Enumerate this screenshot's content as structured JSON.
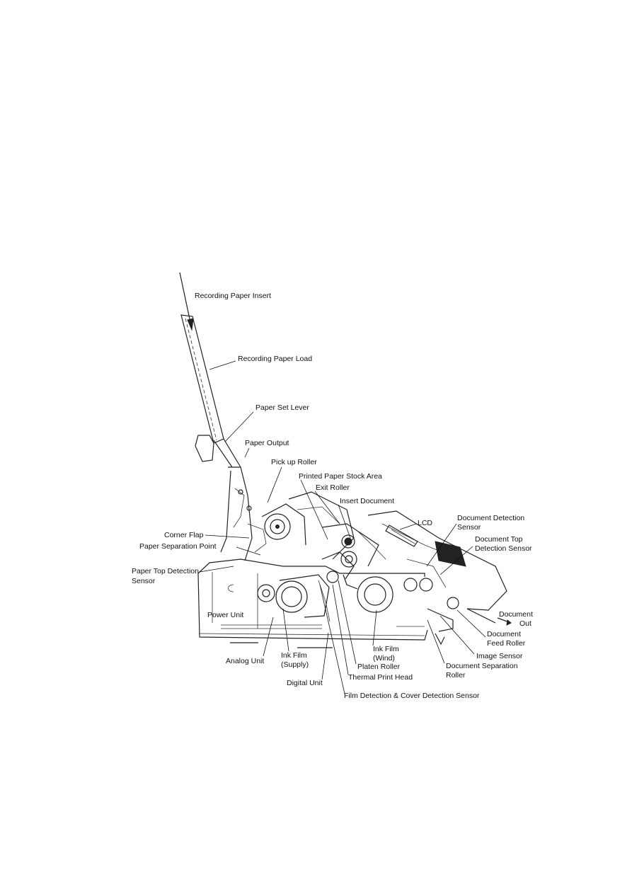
{
  "diagram": {
    "labels": {
      "recording_paper_insert": "Recording Paper Insert",
      "recording_paper_load": "Recording Paper Load",
      "paper_set_lever": "Paper Set Lever",
      "paper_output": "Paper Output",
      "pick_up_roller": "Pick up Roller",
      "printed_paper_stock_area": "Printed Paper Stock Area",
      "exit_roller": "Exit Roller",
      "insert_document": "Insert Document",
      "lcd": "LCD",
      "document_detection_sensor_1": "Document Detection",
      "document_detection_sensor_2": "Sensor",
      "document_top_detection_sensor_1": "Document Top",
      "document_top_detection_sensor_2": "Detection Sensor",
      "corner_flap": "Corner Flap",
      "paper_separation_point": "Paper Separation Point",
      "paper_top_detection_sensor_1": "Paper Top Detection",
      "paper_top_detection_sensor_2": "Sensor",
      "power_unit": "Power Unit",
      "document_out_1": "Document",
      "document_out_2": "Out",
      "document_feed_roller_1": "Document",
      "document_feed_roller_2": "Feed Roller",
      "image_sensor": "Image Sensor",
      "document_separation_roller_1": "Document Separation",
      "document_separation_roller_2": "Roller",
      "analog_unit": "Analog Unit",
      "ink_film_supply_1": "Ink Film",
      "ink_film_supply_2": "(Supply)",
      "ink_film_wind_1": "Ink Film",
      "ink_film_wind_2": "(Wind)",
      "platen_roller": "Platen Roller",
      "thermal_print_head": "Thermal Print Head",
      "digital_unit": "Digital Unit",
      "film_detection_cover_sensor": "Film Detection & Cover Detection Sensor"
    }
  }
}
